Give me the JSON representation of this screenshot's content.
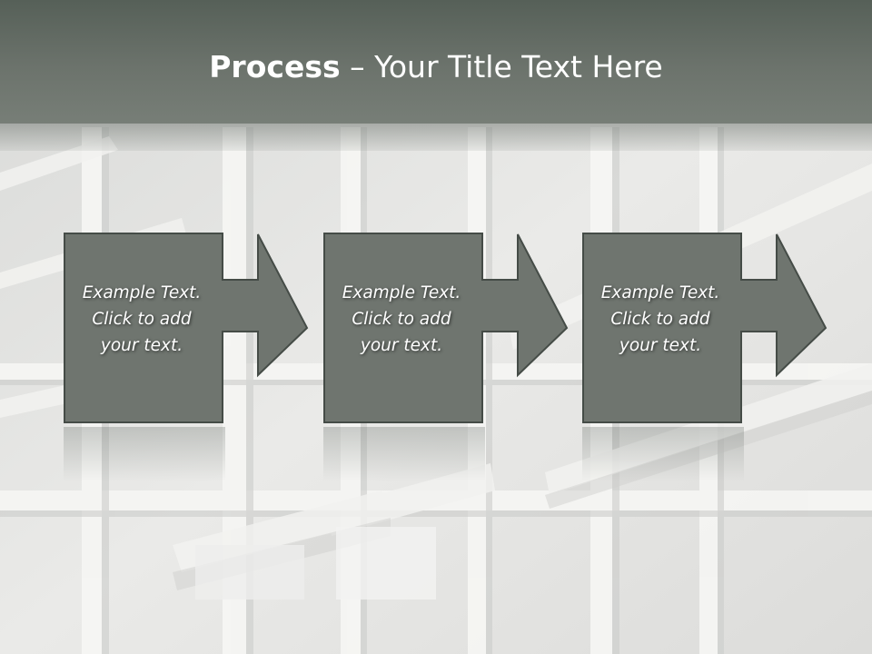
{
  "slide": {
    "title_bold": "Process",
    "title_rest": " – Your Title Text Here",
    "steps": [
      {
        "text": "Example Text.\nClick  to add\nyour text."
      },
      {
        "text": "Example Text.\nClick  to add\nyour text."
      },
      {
        "text": "Example Text.\nClick  to add\nyour text."
      }
    ]
  },
  "colors": {
    "box_fill": "#6f756f",
    "box_stroke": "#454c47",
    "title_text": "#ffffff"
  }
}
